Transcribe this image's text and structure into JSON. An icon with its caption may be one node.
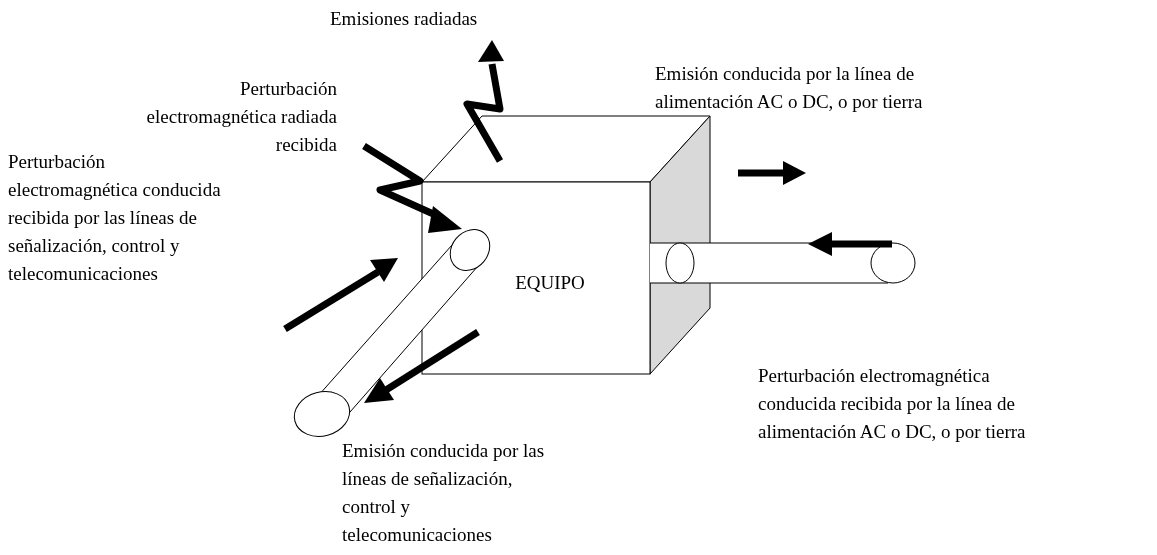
{
  "diagram": {
    "nodes": [
      {
        "text": [
          "EQUIPO"
        ]
      }
    ],
    "labels": [
      "Emisiones radiadas",
      "Perturbación electromagnética radiada recibida",
      "Emisión conducida por la línea de alimentación AC o DC, o por tierra",
      "Perturbación electromagnética conducida recibida por las líneas de señalización, control y telecomunicaciones",
      "Perturbación electromagnética conducida recibida por la línea de alimentación AC o DC, o por tierra",
      "Emisión conducida por las líneas de señalización, control y telecomunicaciones"
    ]
  }
}
